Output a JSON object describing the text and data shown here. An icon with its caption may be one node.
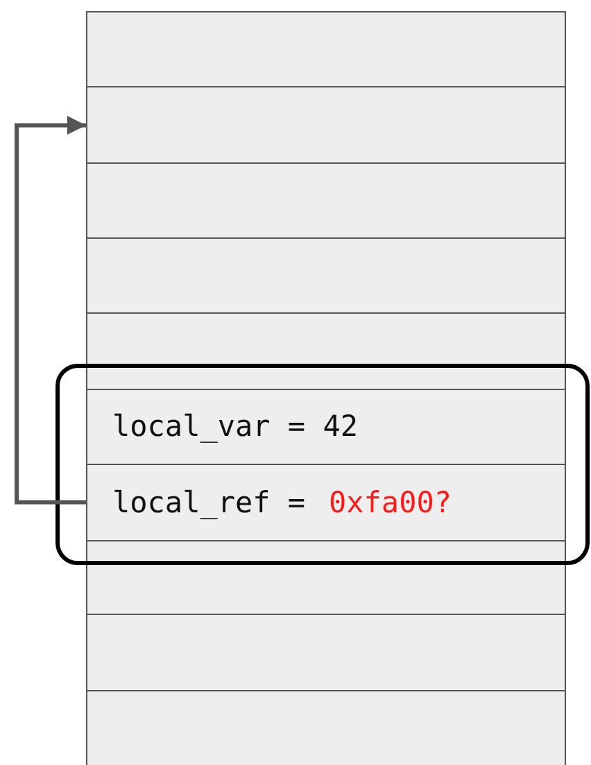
{
  "diagram": {
    "nodes": [
      {
        "text": [],
        "shape": "box"
      },
      {
        "text": [],
        "shape": "box"
      },
      {
        "text": [],
        "shape": "box"
      },
      {
        "text": [],
        "shape": "box"
      },
      {
        "text": [],
        "shape": "box"
      },
      {
        "text": [],
        "shape": "box"
      },
      {
        "text": [
          "local_var = 42"
        ],
        "in": 5
      },
      {
        "text": [
          "local_ref =",
          "0xfa00?"
        ],
        "in": 5
      },
      {
        "text": [],
        "shape": "box"
      },
      {
        "text": [],
        "shape": "box"
      },
      {
        "text": [],
        "shape": "box"
      }
    ],
    "edges": [
      {
        "from": 7,
        "to": 1,
        "arrow": "to"
      }
    ]
  }
}
